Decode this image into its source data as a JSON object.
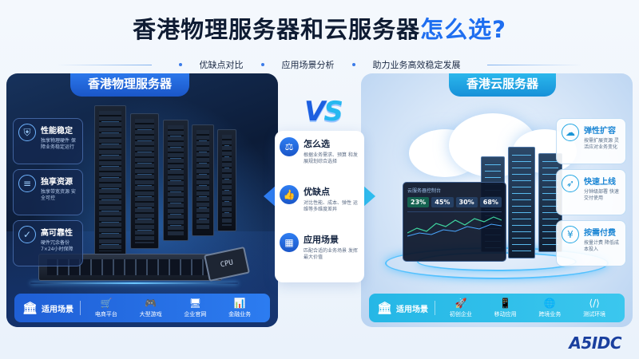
{
  "header": {
    "title_main": "香港物理服务器和云服务器",
    "title_highlight": "怎么选?",
    "subtitle": [
      "优缺点对比",
      "应用场景分析",
      "助力业务高效稳定发展"
    ]
  },
  "left_panel": {
    "title": "香港物理服务器",
    "cpu_label": "CPU",
    "features": [
      {
        "icon": "shield-icon",
        "title": "性能稳定",
        "desc": "独享物理硬件 保障业务稳定运行"
      },
      {
        "icon": "database-icon",
        "title": "独享资源",
        "desc": "独享带宽资源 安全可控"
      },
      {
        "icon": "check-shield-icon",
        "title": "高可靠性",
        "desc": "硬件冗余备份 7×24小时保障"
      }
    ],
    "scenarios_label": "适用场景",
    "scenarios": [
      {
        "icon": "cart-icon",
        "label": "电商平台"
      },
      {
        "icon": "gamepad-icon",
        "label": "大型游戏"
      },
      {
        "icon": "monitor-icon",
        "label": "企业官网"
      },
      {
        "icon": "bar-chart-icon",
        "label": "金融业务"
      }
    ]
  },
  "right_panel": {
    "title": "香港云服务器",
    "dashboard": {
      "title": "云服务器控制台",
      "metrics": [
        "23%",
        "45%",
        "30%",
        "68%"
      ]
    },
    "features": [
      {
        "icon": "cloud-upload-icon",
        "title": "弹性扩容",
        "desc": "按需扩展资源 灵活应对业务变化"
      },
      {
        "icon": "rocket-icon",
        "title": "快速上线",
        "desc": "分钟级部署 快速交付使用"
      },
      {
        "icon": "coin-icon",
        "title": "按需付费",
        "desc": "按量计费 降低成本投入"
      }
    ],
    "scenarios_label": "适用场景",
    "scenarios": [
      {
        "icon": "rocket-icon",
        "label": "初创企业"
      },
      {
        "icon": "phone-icon",
        "label": "移动应用"
      },
      {
        "icon": "globe-icon",
        "label": "跨境业务"
      },
      {
        "icon": "code-icon",
        "label": "测试环境"
      }
    ]
  },
  "center": {
    "vs_a": "V",
    "vs_b": "S",
    "items": [
      {
        "icon": "scale-icon",
        "title": "怎么选",
        "desc": "根据业务需求、预算 和发展规划综合选择"
      },
      {
        "icon": "thumbs-up-icon",
        "title": "优缺点",
        "desc": "对比性能、成本、弹性 运维等多维度差异"
      },
      {
        "icon": "grid-icon",
        "title": "应用场景",
        "desc": "匹配合适的业务场景 发挥最大价值"
      }
    ]
  },
  "logo": "A5IDC",
  "colors": {
    "accent_blue": "#1e6ef0",
    "accent_cyan": "#26b8f0",
    "dark_navy": "#0f1c33"
  }
}
